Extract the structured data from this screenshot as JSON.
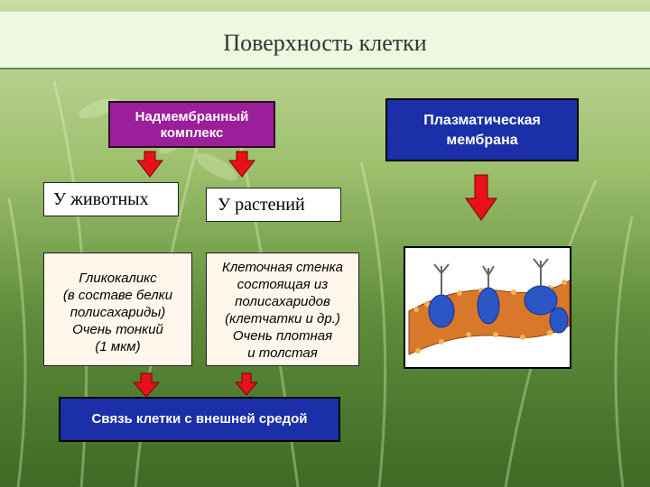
{
  "title": "Поверхность клетки",
  "supramembrane": {
    "line1": "Надмембранный",
    "line2": "комплекс"
  },
  "plasma": {
    "line1": "Плазматическая",
    "line2": "мембрана"
  },
  "animals": "У  животных",
  "plants": "У  растений",
  "glycocalyx": [
    "Гликокаликс",
    "(в составе белки",
    "полисахариды)",
    "Очень тонкий",
    "(1 мкм)"
  ],
  "cell_wall": [
    "Клеточная стенка",
    "состоящая из",
    "полисахаридов",
    "(клетчатки и др.)",
    "Очень плотная",
    "и толстая"
  ],
  "link": "Связь клетки с внешней средой",
  "colors": {
    "purple_box": "#9b1e9b",
    "blue_box": "#1a2fa8",
    "arrow_red": "#e8101a"
  }
}
